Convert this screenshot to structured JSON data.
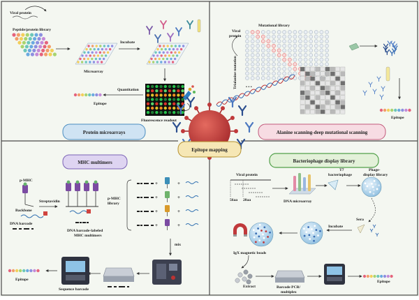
{
  "center": {
    "title": "Epitope mapping"
  },
  "panels": {
    "protein_microarrays": {
      "title": "Protein microarrays",
      "labels": {
        "viral_protein": "Viral protein",
        "library": "Peptide/protein library",
        "microarray": "Microarray",
        "incubate": "Incubate",
        "quantitation": "Quantitation",
        "fluorescence": "Fluorescence readout",
        "epitope": "Epitope"
      }
    },
    "alanine_scanning": {
      "title": "Alanine scanning-deep mutational scanning",
      "labels": {
        "mutational_library": "Mutational library",
        "viral_protein": "Viral\nprotein",
        "trialanine": "Trialanine mutation",
        "ellipsis": "• • •",
        "epitope": "Epitope"
      }
    },
    "mhc_multimers": {
      "title": "MHC multimers",
      "labels": {
        "pmhc": "p-MHC",
        "backbone": "Backbone",
        "streptavidin": "Streptavidin",
        "dna_barcode": "DNA barcode",
        "barcode_labeled": "DNA barcode-labeled\nMHC multimers",
        "pmhc_library": "p-MHC\nlibrary",
        "mix": "mix",
        "sequence_barcode": "Sequence barcode",
        "epitope": "Epitope"
      }
    },
    "phage_display": {
      "title": "Bacteriophage display library",
      "labels": {
        "viral_protein": "Viral protein",
        "aa56": "56aa",
        "aa28": "28aa",
        "dna_microarray": "DNA microarray",
        "t7": "T7\nbacteriophage",
        "phage_library": "Phage-\ndisplay library",
        "sera": "Sera",
        "incubate": "Incubate",
        "beads": "IgX magnetic beads",
        "extract": "Extract",
        "barcode_pcr": "Barcode PCR/\nmultiplex",
        "epitope": "Epitope"
      }
    }
  },
  "colors": {
    "virus": "#c0393b",
    "tl_box": "#cfe3f3",
    "tr_box": "#f7dce3",
    "bl_box": "#ded4f1",
    "br_box": "#e3f1d9",
    "center_box": "#f6e7b5",
    "beads": "#a9cfe8",
    "epitope_dots": [
      "#e5637c",
      "#f29d6a",
      "#f3cf5a",
      "#a8d46f",
      "#6cc7b9",
      "#6aa9e0",
      "#8d8fe0",
      "#c48ad8"
    ]
  }
}
